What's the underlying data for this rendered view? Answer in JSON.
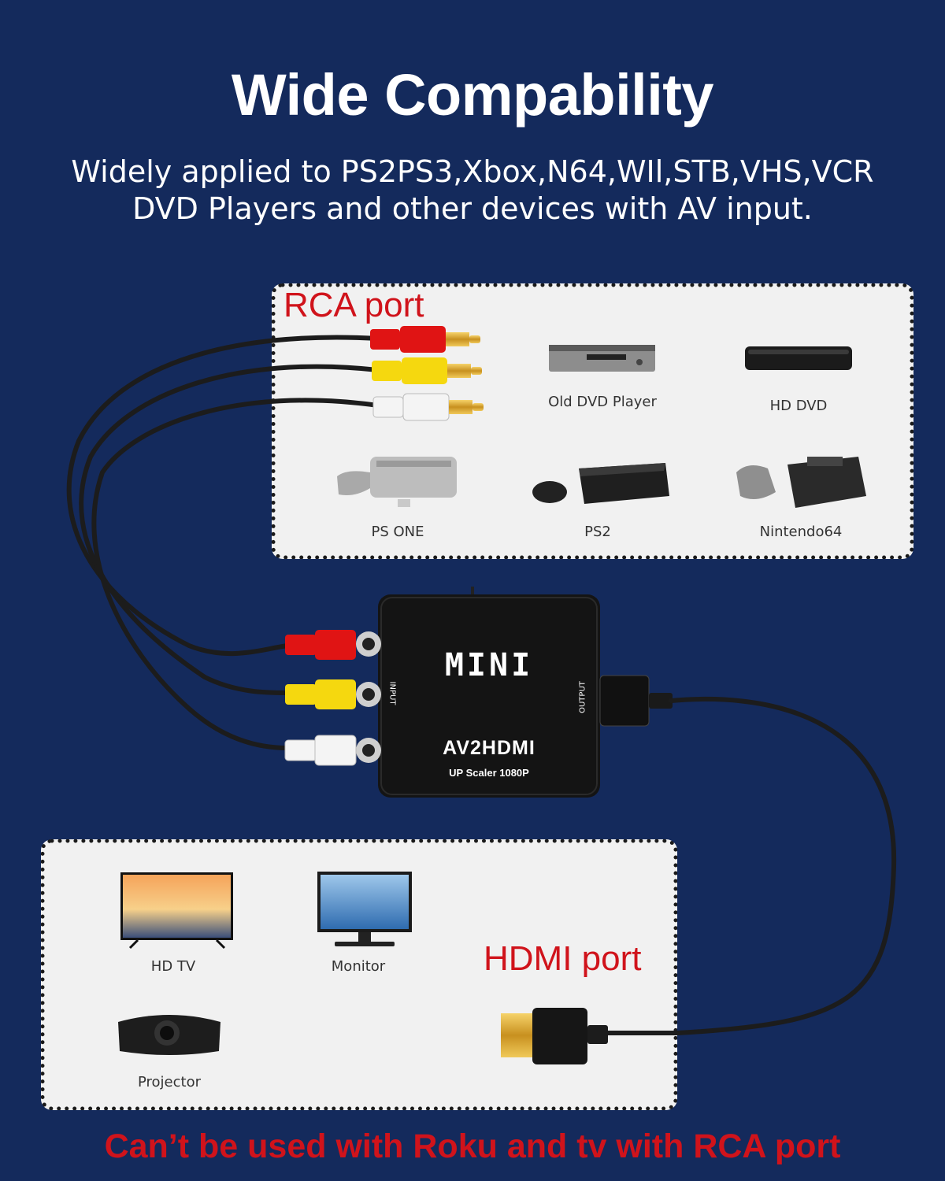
{
  "title": "Wide Compability",
  "subtitle_line1": "Widely applied to PS2PS3,Xbox,N64,WIl,STB,VHS,VCR",
  "subtitle_line2": "DVD Players and other devices with AV input.",
  "rca_panel": {
    "label": "RCA port",
    "devices": [
      "Old DVD Player",
      "HD DVD",
      "PS ONE",
      "PS2",
      "Nintendo64"
    ]
  },
  "converter": {
    "brand": "MINI",
    "model": "AV2HDMI",
    "spec": "UP Scaler 1080P",
    "input_label": "INPUT",
    "output_label": "OUTPUT"
  },
  "hdmi_panel": {
    "label": "HDMI port",
    "devices": [
      "HD TV",
      "Monitor",
      "Projector"
    ]
  },
  "warning": "Can’t be used with Roku and tv with RCA port",
  "colors": {
    "background": "#142a5c",
    "panel": "#f1f1f1",
    "accent_red": "#d0131b",
    "rca_red": "#e01414",
    "rca_yellow": "#f5d80f",
    "rca_white": "#f4f4f4"
  }
}
